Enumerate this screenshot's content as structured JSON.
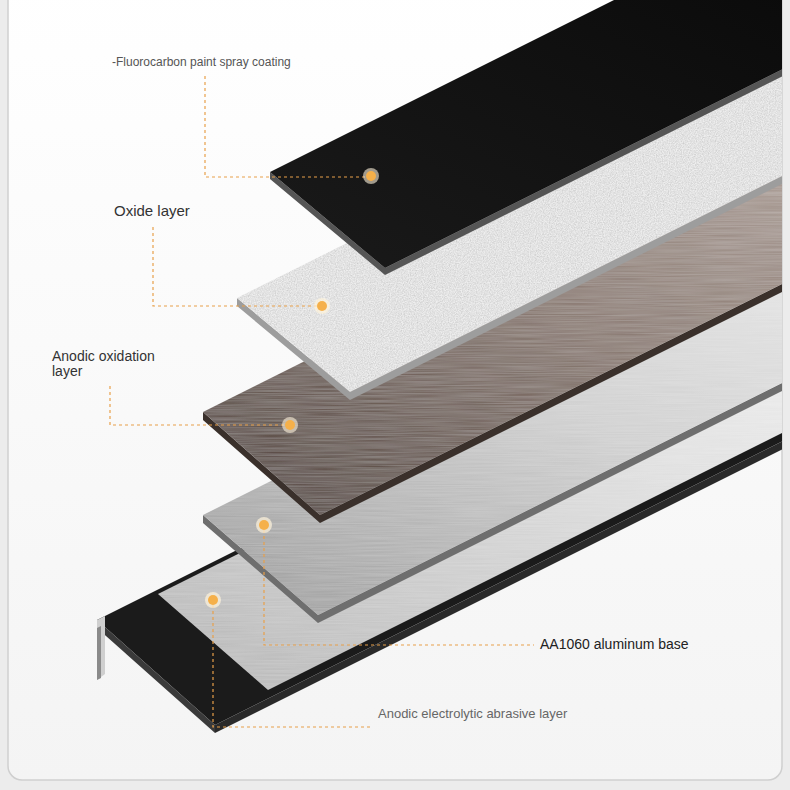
{
  "diagram": {
    "labels": [
      "-Fluorocarbon paint spray coating",
      "Oxide layer",
      "Anodic oxidation layer",
      "AA1060 aluminum base",
      "Anodic electrolytic abrasive layer"
    ]
  }
}
